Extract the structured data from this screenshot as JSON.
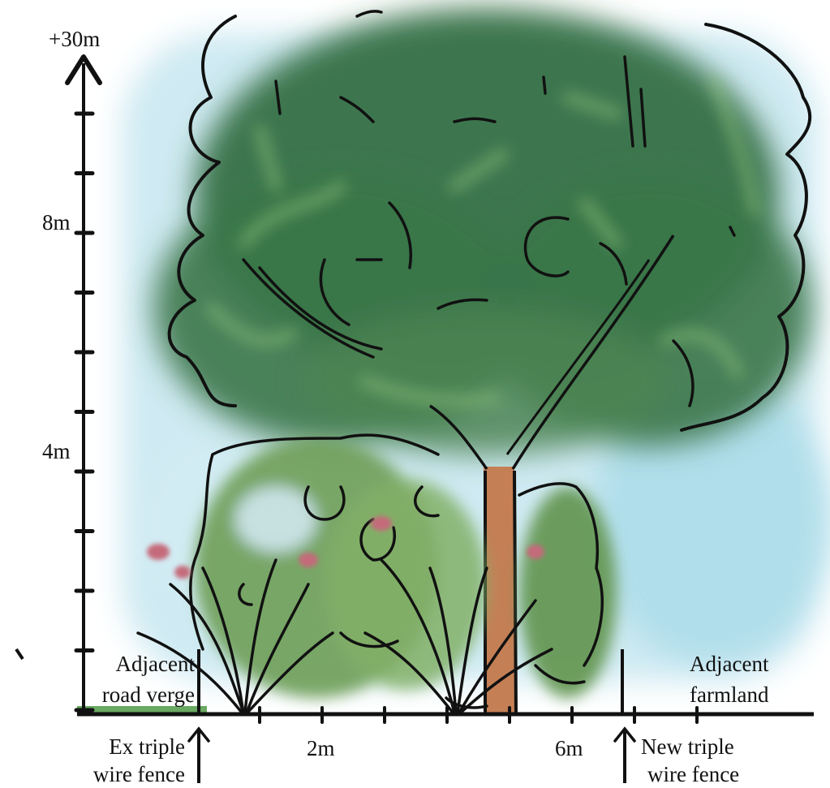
{
  "colors": {
    "canopy": "#2f6b3f",
    "canopy_light": "#8fc27d",
    "sky": "#bfe3ee",
    "shrub": "#6e9f57",
    "trunk": "#c47f55",
    "flower": "#c56b7a",
    "ground": "#4f9a45",
    "ink": "#111111"
  },
  "icons": {
    "vertical_axis": "up-arrow-icon",
    "fence_markers": "up-arrow-icon",
    "tree": "tree-icon",
    "shrubs": "shrub-icon",
    "grasses": "grass-icon"
  },
  "vertical_scale": {
    "top_label": "+30m",
    "labels": [
      "8m",
      "4m"
    ]
  },
  "horizontal_scale": {
    "labels": [
      "2m",
      "6m"
    ]
  },
  "zones": {
    "left_label_line1": "Adjacent",
    "left_label_line2": "road verge",
    "right_label_line1": "Adjacent",
    "right_label_line2": "farmland"
  },
  "fences": {
    "left_line1": "Ex triple",
    "left_line2": "wire fence",
    "right_line1": "New triple",
    "right_line2": "wire fence"
  }
}
